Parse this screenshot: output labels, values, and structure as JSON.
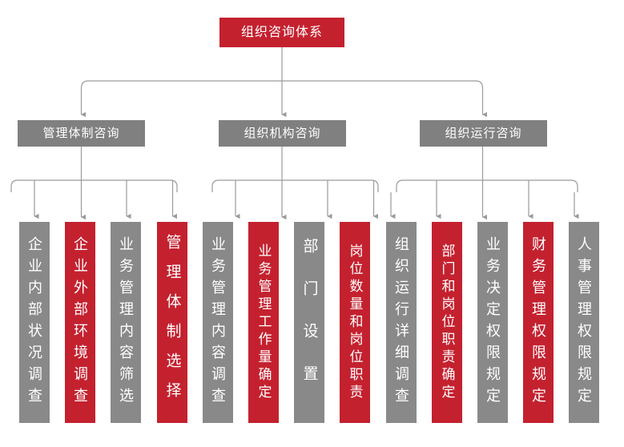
{
  "diagram": {
    "title": "组织咨询体系",
    "colors": {
      "root": "#C4212F",
      "category": "#808080",
      "leaf_gray": "#898989",
      "leaf_red": "#C4212F",
      "connector": "#9A9A9A",
      "text": "#FFFFFF",
      "background": "#FFFFFF"
    },
    "root": {
      "label": "组织咨询体系"
    },
    "categories": [
      {
        "label": "管理体制咨询"
      },
      {
        "label": "组织机构咨询"
      },
      {
        "label": "组织运行咨询"
      }
    ],
    "leaves": [
      {
        "label": "企业内部状况调查",
        "color": "gray",
        "parent": "管理体制咨询"
      },
      {
        "label": "企业外部环境调查",
        "color": "red",
        "parent": "管理体制咨询"
      },
      {
        "label": "业务管理内容筛选",
        "color": "gray",
        "parent": "管理体制咨询"
      },
      {
        "label": "管理体制选择",
        "color": "red",
        "parent": "管理体制咨询"
      },
      {
        "label": "业务管理内容调查",
        "color": "gray",
        "parent": "组织机构咨询"
      },
      {
        "label": "业务管理工作量确定",
        "color": "red",
        "parent": "组织机构咨询"
      },
      {
        "label": "部门设置",
        "color": "gray",
        "parent": "组织机构咨询"
      },
      {
        "label": "岗位数量和岗位职责",
        "color": "red",
        "parent": "组织机构咨询"
      },
      {
        "label": "组织运行详细调查",
        "color": "gray",
        "parent": "组织运行咨询"
      },
      {
        "label": "部门和岗位职责确定",
        "color": "red",
        "parent": "组织运行咨询"
      },
      {
        "label": "业务决定权限规定",
        "color": "gray",
        "parent": "组织运行咨询"
      },
      {
        "label": "财务管理权限规定",
        "color": "red",
        "parent": "组织运行咨询"
      },
      {
        "label": "人事管理权限规定",
        "color": "gray",
        "parent": "组织运行咨询"
      }
    ]
  }
}
